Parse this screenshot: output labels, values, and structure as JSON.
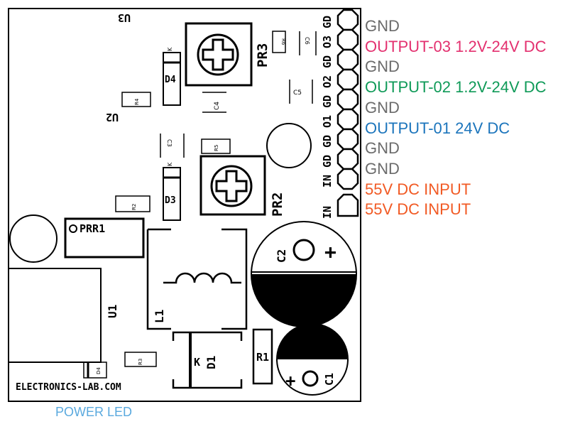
{
  "board": {
    "footer_text": "ELECTRONICS-LAB.COM",
    "components": {
      "u3": "U3",
      "u2": "U2",
      "u1": "U1",
      "pr3": "PR3",
      "pr2": "PR2",
      "prr1": "PRR1",
      "d4": "D4",
      "d3": "D3",
      "d1": "D1",
      "d4_led": "D4",
      "c1": "C1",
      "c2": "C2",
      "c3": "C3",
      "c4": "C4",
      "c5": "C5",
      "c6": "C6",
      "r1": "R1",
      "r2": "R2",
      "r3": "R3",
      "r4": "R4",
      "r5": "R5",
      "r6": "R6",
      "l1": "L1",
      "k": "K",
      "k_small": "K",
      "plus": "+"
    },
    "header_pins": [
      "GD",
      "O3",
      "GD",
      "O2",
      "GD",
      "O1",
      "GD",
      "GD",
      "IN",
      "IN"
    ]
  },
  "pin_labels": [
    {
      "text": "GND",
      "color": "#6b6b6b"
    },
    {
      "text": "OUTPUT-03 1.2V-24V DC",
      "color": "#e3306f"
    },
    {
      "text": "GND",
      "color": "#6b6b6b"
    },
    {
      "text": "OUTPUT-02 1.2V-24V DC",
      "color": "#0f9a58"
    },
    {
      "text": "GND",
      "color": "#6b6b6b"
    },
    {
      "text": "OUTPUT-01 24V DC",
      "color": "#1c75bc"
    },
    {
      "text": "GND",
      "color": "#6b6b6b"
    },
    {
      "text": "GND",
      "color": "#6b6b6b"
    },
    {
      "text": "55V DC INPUT",
      "color": "#f15a24"
    },
    {
      "text": "55V DC INPUT",
      "color": "#f15a24"
    }
  ],
  "power_led_label": {
    "text": "POWER LED",
    "color": "#5aa9de"
  }
}
